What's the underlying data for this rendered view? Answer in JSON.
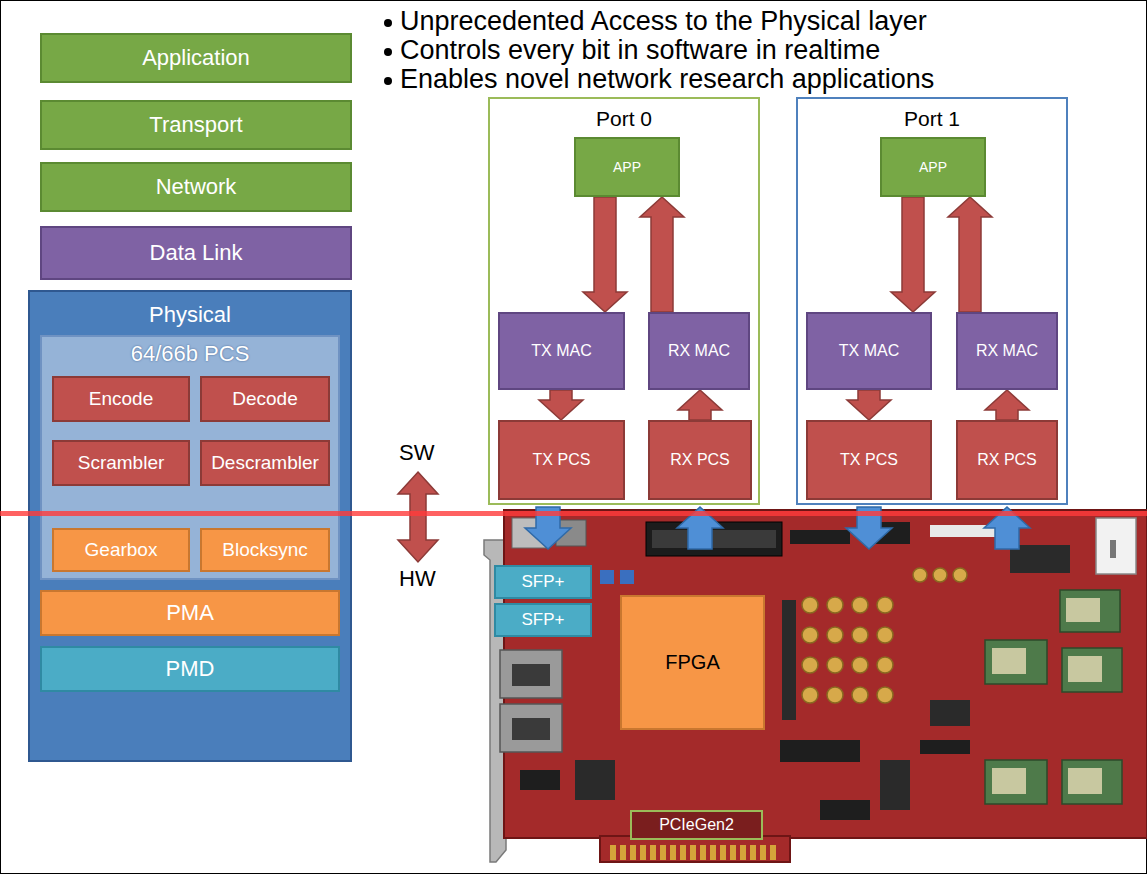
{
  "diagram": {
    "nodes": [
      {
        "text": [
          "Application"
        ]
      },
      {
        "text": [
          "Transport"
        ]
      },
      {
        "text": [
          "Network"
        ]
      },
      {
        "text": [
          "Data Link"
        ]
      },
      {
        "text": [
          "Physical"
        ]
      },
      {
        "text": [
          "64/66b PCS"
        ],
        "in": 4
      },
      {
        "text": [
          "Encode"
        ],
        "in": 5
      },
      {
        "text": [
          "Decode"
        ],
        "in": 5
      },
      {
        "text": [
          "Scrambler"
        ],
        "in": 5
      },
      {
        "text": [
          "Descrambler"
        ],
        "in": 5
      },
      {
        "text": [
          "Gearbox"
        ],
        "in": 5
      },
      {
        "text": [
          "Blocksync"
        ],
        "in": 5
      },
      {
        "text": [
          "PMA"
        ],
        "in": 4
      },
      {
        "text": [
          "PMD"
        ],
        "in": 4
      },
      {
        "text": [
          "Port 0"
        ]
      },
      {
        "text": [
          "APP"
        ],
        "in": 14
      },
      {
        "text": [
          "TX MAC"
        ],
        "in": 14
      },
      {
        "text": [
          "RX MAC"
        ],
        "in": 14
      },
      {
        "text": [
          "TX PCS"
        ],
        "in": 14
      },
      {
        "text": [
          "RX PCS"
        ],
        "in": 14
      },
      {
        "text": [
          "Port 1"
        ]
      },
      {
        "text": [
          "APP"
        ],
        "in": 20
      },
      {
        "text": [
          "TX MAC"
        ],
        "in": 20
      },
      {
        "text": [
          "RX MAC"
        ],
        "in": 20
      },
      {
        "text": [
          "TX PCS"
        ],
        "in": 20
      },
      {
        "text": [
          "RX PCS"
        ],
        "in": 20
      },
      {
        "text": [
          "SFP+"
        ]
      },
      {
        "text": [
          "SFP+"
        ]
      },
      {
        "text": [
          "FPGA"
        ]
      },
      {
        "text": [
          "PCIeGen2"
        ]
      }
    ],
    "edges": [
      {
        "from": 15,
        "to": 16,
        "arrow": "to"
      },
      {
        "from": 17,
        "to": 15,
        "arrow": "to"
      },
      {
        "from": 16,
        "to": 18,
        "arrow": "to"
      },
      {
        "from": 19,
        "to": 17,
        "arrow": "to"
      },
      {
        "from": 21,
        "to": 22,
        "arrow": "to"
      },
      {
        "from": 23,
        "to": 21,
        "arrow": "to"
      },
      {
        "from": 22,
        "to": 24,
        "arrow": "to"
      },
      {
        "from": 25,
        "to": 23,
        "arrow": "to"
      }
    ],
    "labels": [
      "Unprecedented Access to the Physical layer",
      "Controls every bit in software in realtime",
      "Enables novel network research applications",
      "SW",
      "HW"
    ]
  }
}
